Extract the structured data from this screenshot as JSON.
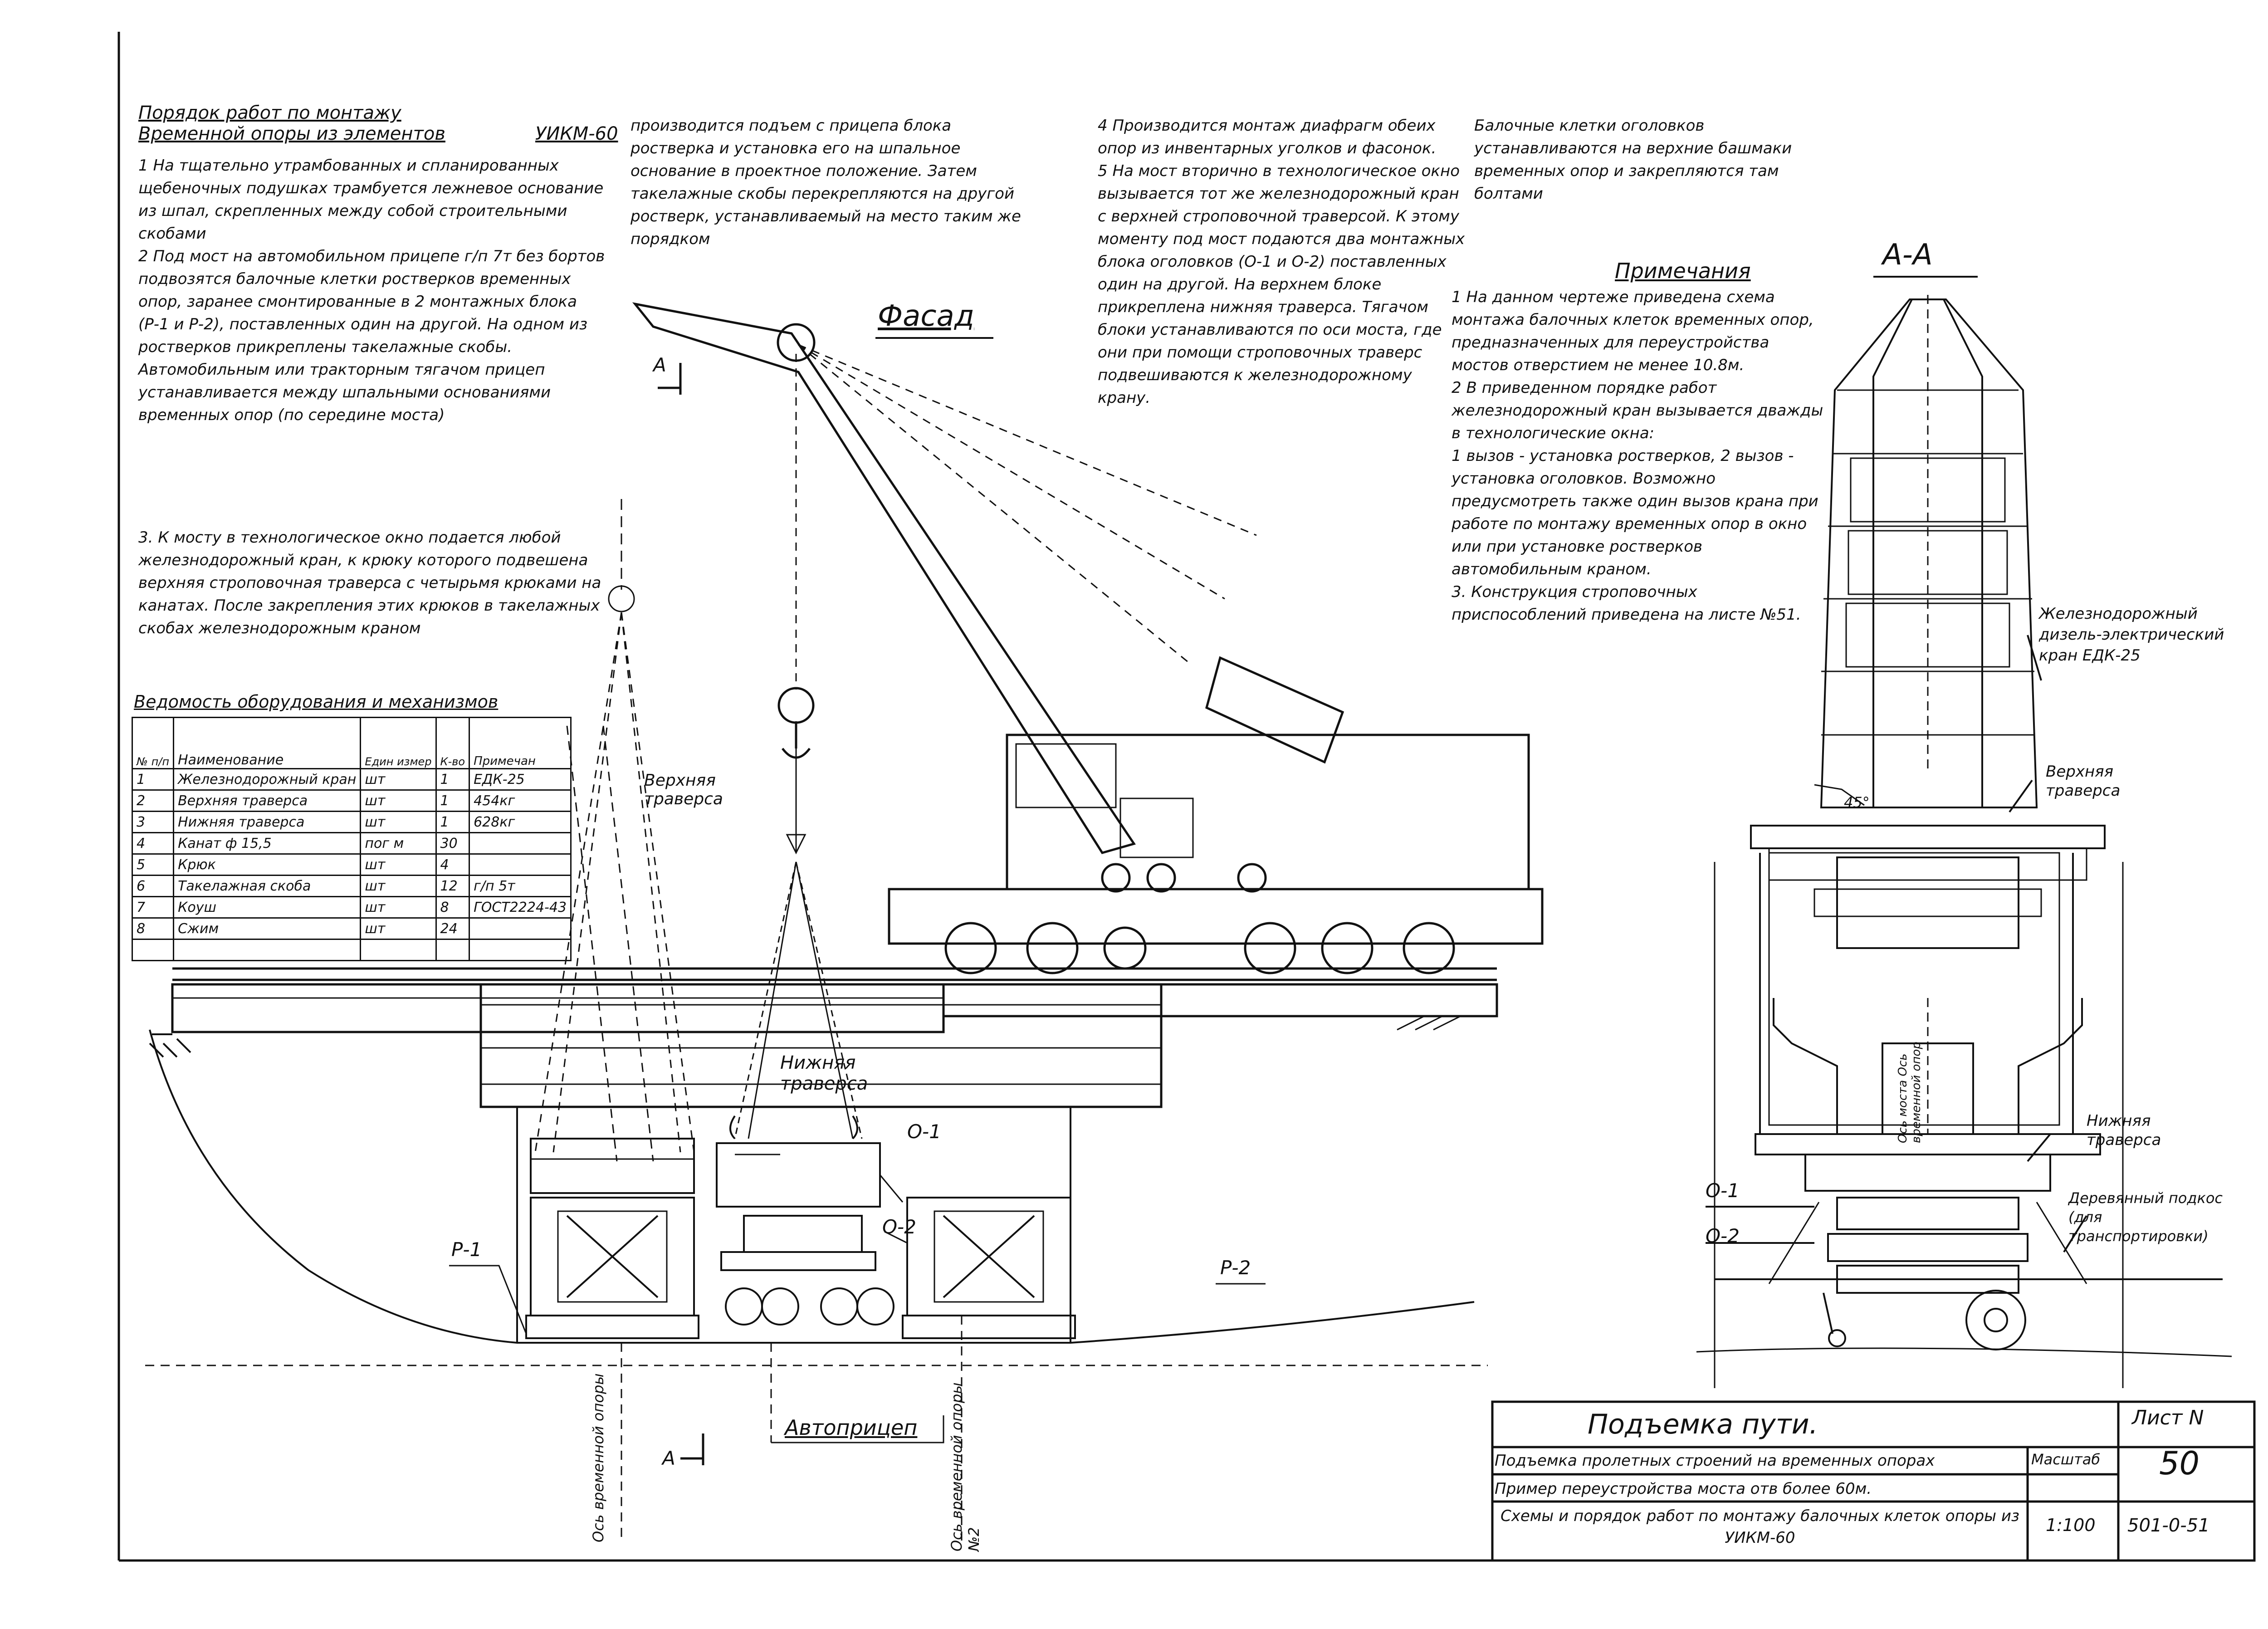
{
  "procedure": {
    "title_line1": "Порядок работ по монтажу",
    "title_line2": "Временной опоры из элементов",
    "title_code": "УИКМ-60",
    "col1_text": "1 На тщательно утрамбованных и спланированных щебеночных подушках трамбуется лежневое основание из шпал, скрепленных между собой строительными скобами\n2 Под мост на автомобильном прицепе г/п 7т без бортов подвозятся балочные клетки ростверков временных опор, заранее смонтированные в 2 монтажных блока (Р-1 и Р-2), поставленных один на другой. На одном из ростверков прикреплены такелажные скобы. Автомобильным или тракторным тягачом прицеп устанавливается между шпальными основаниями временных опор (по середине моста)",
    "col1_text_b": "3. К мосту в технологическое окно подается любой железнодорожный кран, к крюку которого подвешена верхняя строповочная траверса с четырьмя крюками на канатах. После закрепления этих крюков в такелажных скобах железнодорожным краном",
    "col2_text": "производится подъем с прицепа блока ростверка и установка его на шпальное основание в проектное положение. Затем такелажные скобы перекрепляются на другой ростверк, устанавливаемый на место таким же порядком",
    "col3_text": "4 Производится монтаж диафрагм обеих опор из инвентарных уголков и фасонок.\n5 На мост вторично в технологическое окно вызывается тот же железнодорожный кран с верхней строповочной траверсой. К этому моменту под мост подаются два монтажных блока оголовков (О-1 и О-2) поставленных один на другой. На верхнем блоке прикреплена нижняя траверса. Тягачом блоки устанавливаются по оси моста, где они при помощи строповочных траверс подвешиваются к железнодорожному крану.",
    "col4_text": "Балочные клетки оголовков устанавливаются на верхние башмаки временных опор и закрепляются там болтами"
  },
  "notes": {
    "title": "Примечания",
    "text": "1 На данном чертеже приведена схема монтажа балочных клеток временных опор, предназначенных для переустройства мостов отверстием не менее 10.8м.\n2 В приведенном порядке работ железнодорожный кран вызывается дважды в технологические окна:\n1 вызов - установка ростверков, 2 вызов - установка оголовков. Возможно предусмотреть также один вызов крана при работе по монтажу временных опор в окно или при установке ростверков автомобильным краном.\n3. Конструкция строповочных приспособлений приведена на листе №51."
  },
  "table": {
    "title": "Ведомость оборудования и механизмов",
    "headers": {
      "num": "№ п/п",
      "name": "Наименование",
      "unit": "Един измер",
      "qty": "К-во",
      "note": "Примечан"
    },
    "rows": [
      {
        "n": "1",
        "name": "Железнодорожный кран",
        "unit": "шт",
        "qty": "1",
        "note": "ЕДК-25"
      },
      {
        "n": "2",
        "name": "Верхняя траверса",
        "unit": "шт",
        "qty": "1",
        "note": "454кг"
      },
      {
        "n": "3",
        "name": "Нижняя траверса",
        "unit": "шт",
        "qty": "1",
        "note": "628кг"
      },
      {
        "n": "4",
        "name": "Канат ф 15,5",
        "unit": "пог м",
        "qty": "30",
        "note": ""
      },
      {
        "n": "5",
        "name": "Крюк",
        "unit": "шт",
        "qty": "4",
        "note": ""
      },
      {
        "n": "6",
        "name": "Такелажная скоба",
        "unit": "шт",
        "qty": "12",
        "note": "г/п 5т"
      },
      {
        "n": "7",
        "name": "Коуш",
        "unit": "шт",
        "qty": "8",
        "note": "ГОСТ2224-43"
      },
      {
        "n": "8",
        "name": "Сжим",
        "unit": "шт",
        "qty": "24",
        "note": ""
      }
    ]
  },
  "labels": {
    "facade": "Фасад",
    "section_aa": "А-А",
    "section_a_mark": "А",
    "upper_traverse": "Верхняя траверса",
    "lower_traverse": "Нижняя траверса",
    "p1": "Р-1",
    "p2": "Р-2",
    "o1": "О-1",
    "o2": "О-2",
    "trailer": "Автоприцеп",
    "axis_temp_support": "Ось временной опоры",
    "axis_support_2": "Ось временной опоры №2",
    "axis_bridge": "Ось моста Ось временной опор",
    "crane_label": "Железнодорожный дизель-электрический кран ЕДК-25",
    "upper_traverse_r": "Верхняя траверса",
    "lower_traverse_r": "Нижняя траверса",
    "wood_cart": "Деревянный подкос (для транспортировки)",
    "angle": "45°"
  },
  "stamp": {
    "title": "Подъемка пути.",
    "line1": "Подъемка пролетных строений на временных опорах",
    "line2": "Пример переустройства моста отв более 60м.",
    "line3": "Схемы и порядок работ по монтажу балочных клеток опоры из УИКМ-60",
    "sheet_label": "Лист N",
    "sheet_no": "50",
    "scale_label": "Масштаб",
    "scale": "1:100",
    "doc_code": "501-0-51"
  }
}
